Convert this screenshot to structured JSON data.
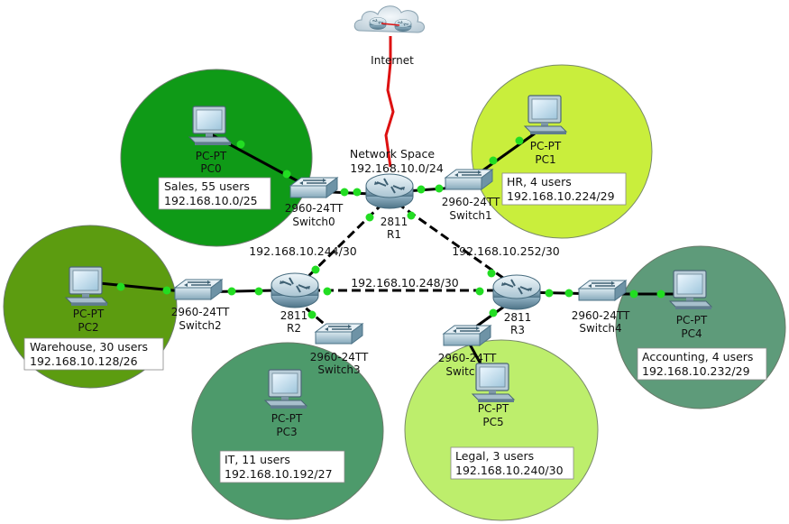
{
  "internet": {
    "label": "Internet"
  },
  "network_space": {
    "title": "Network Space",
    "subnet": "192.168.10.0/24"
  },
  "routers": {
    "r1": {
      "model": "2811",
      "name": "R1"
    },
    "r2": {
      "model": "2811",
      "name": "R2"
    },
    "r3": {
      "model": "2811",
      "name": "R3"
    }
  },
  "switches": {
    "s0": {
      "model": "2960-24TT",
      "name": "Switch0"
    },
    "s1": {
      "model": "2960-24TT",
      "name": "Switch1"
    },
    "s2": {
      "model": "2960-24TT",
      "name": "Switch2"
    },
    "s3": {
      "model": "2960-24TT",
      "name": "Switch3"
    },
    "s4": {
      "model": "2960-24TT",
      "name": "Switch4"
    },
    "s5": {
      "model": "2960-24TT",
      "name": "Switch5"
    }
  },
  "pcs": {
    "pc0": {
      "model": "PC-PT",
      "name": "PC0"
    },
    "pc1": {
      "model": "PC-PT",
      "name": "PC1"
    },
    "pc2": {
      "model": "PC-PT",
      "name": "PC2"
    },
    "pc3": {
      "model": "PC-PT",
      "name": "PC3"
    },
    "pc4": {
      "model": "PC-PT",
      "name": "PC4"
    },
    "pc5": {
      "model": "PC-PT",
      "name": "PC5"
    }
  },
  "departments": {
    "sales": {
      "users": "Sales, 55 users",
      "subnet": "192.168.10.0/25"
    },
    "hr": {
      "users": "HR, 4 users",
      "subnet": "192.168.10.224/29"
    },
    "warehouse": {
      "users": "Warehouse, 30 users",
      "subnet": "192.168.10.128/26"
    },
    "it": {
      "users": "IT, 11 users",
      "subnet": "192.168.10.192/27"
    },
    "accounting": {
      "users": "Accounting, 4 users",
      "subnet": "192.168.10.232/29"
    },
    "legal": {
      "users": "Legal, 3 users",
      "subnet": "192.168.10.240/30"
    }
  },
  "links": {
    "r1_r2": "192.168.10.244/30",
    "r1_r3": "192.168.10.252/30",
    "r2_r3": "192.168.10.248/30"
  },
  "colors": {
    "sales_zone": "#0f9a17",
    "hr_zone": "#c9ee3c",
    "warehouse_zone": "#5c9c10",
    "it_zone": "#4d9a6b",
    "legal_zone": "#bdee6c",
    "accounting_zone": "#5e9b7a",
    "link_dot": "#22dd22",
    "internet_link": "#dd1111"
  }
}
